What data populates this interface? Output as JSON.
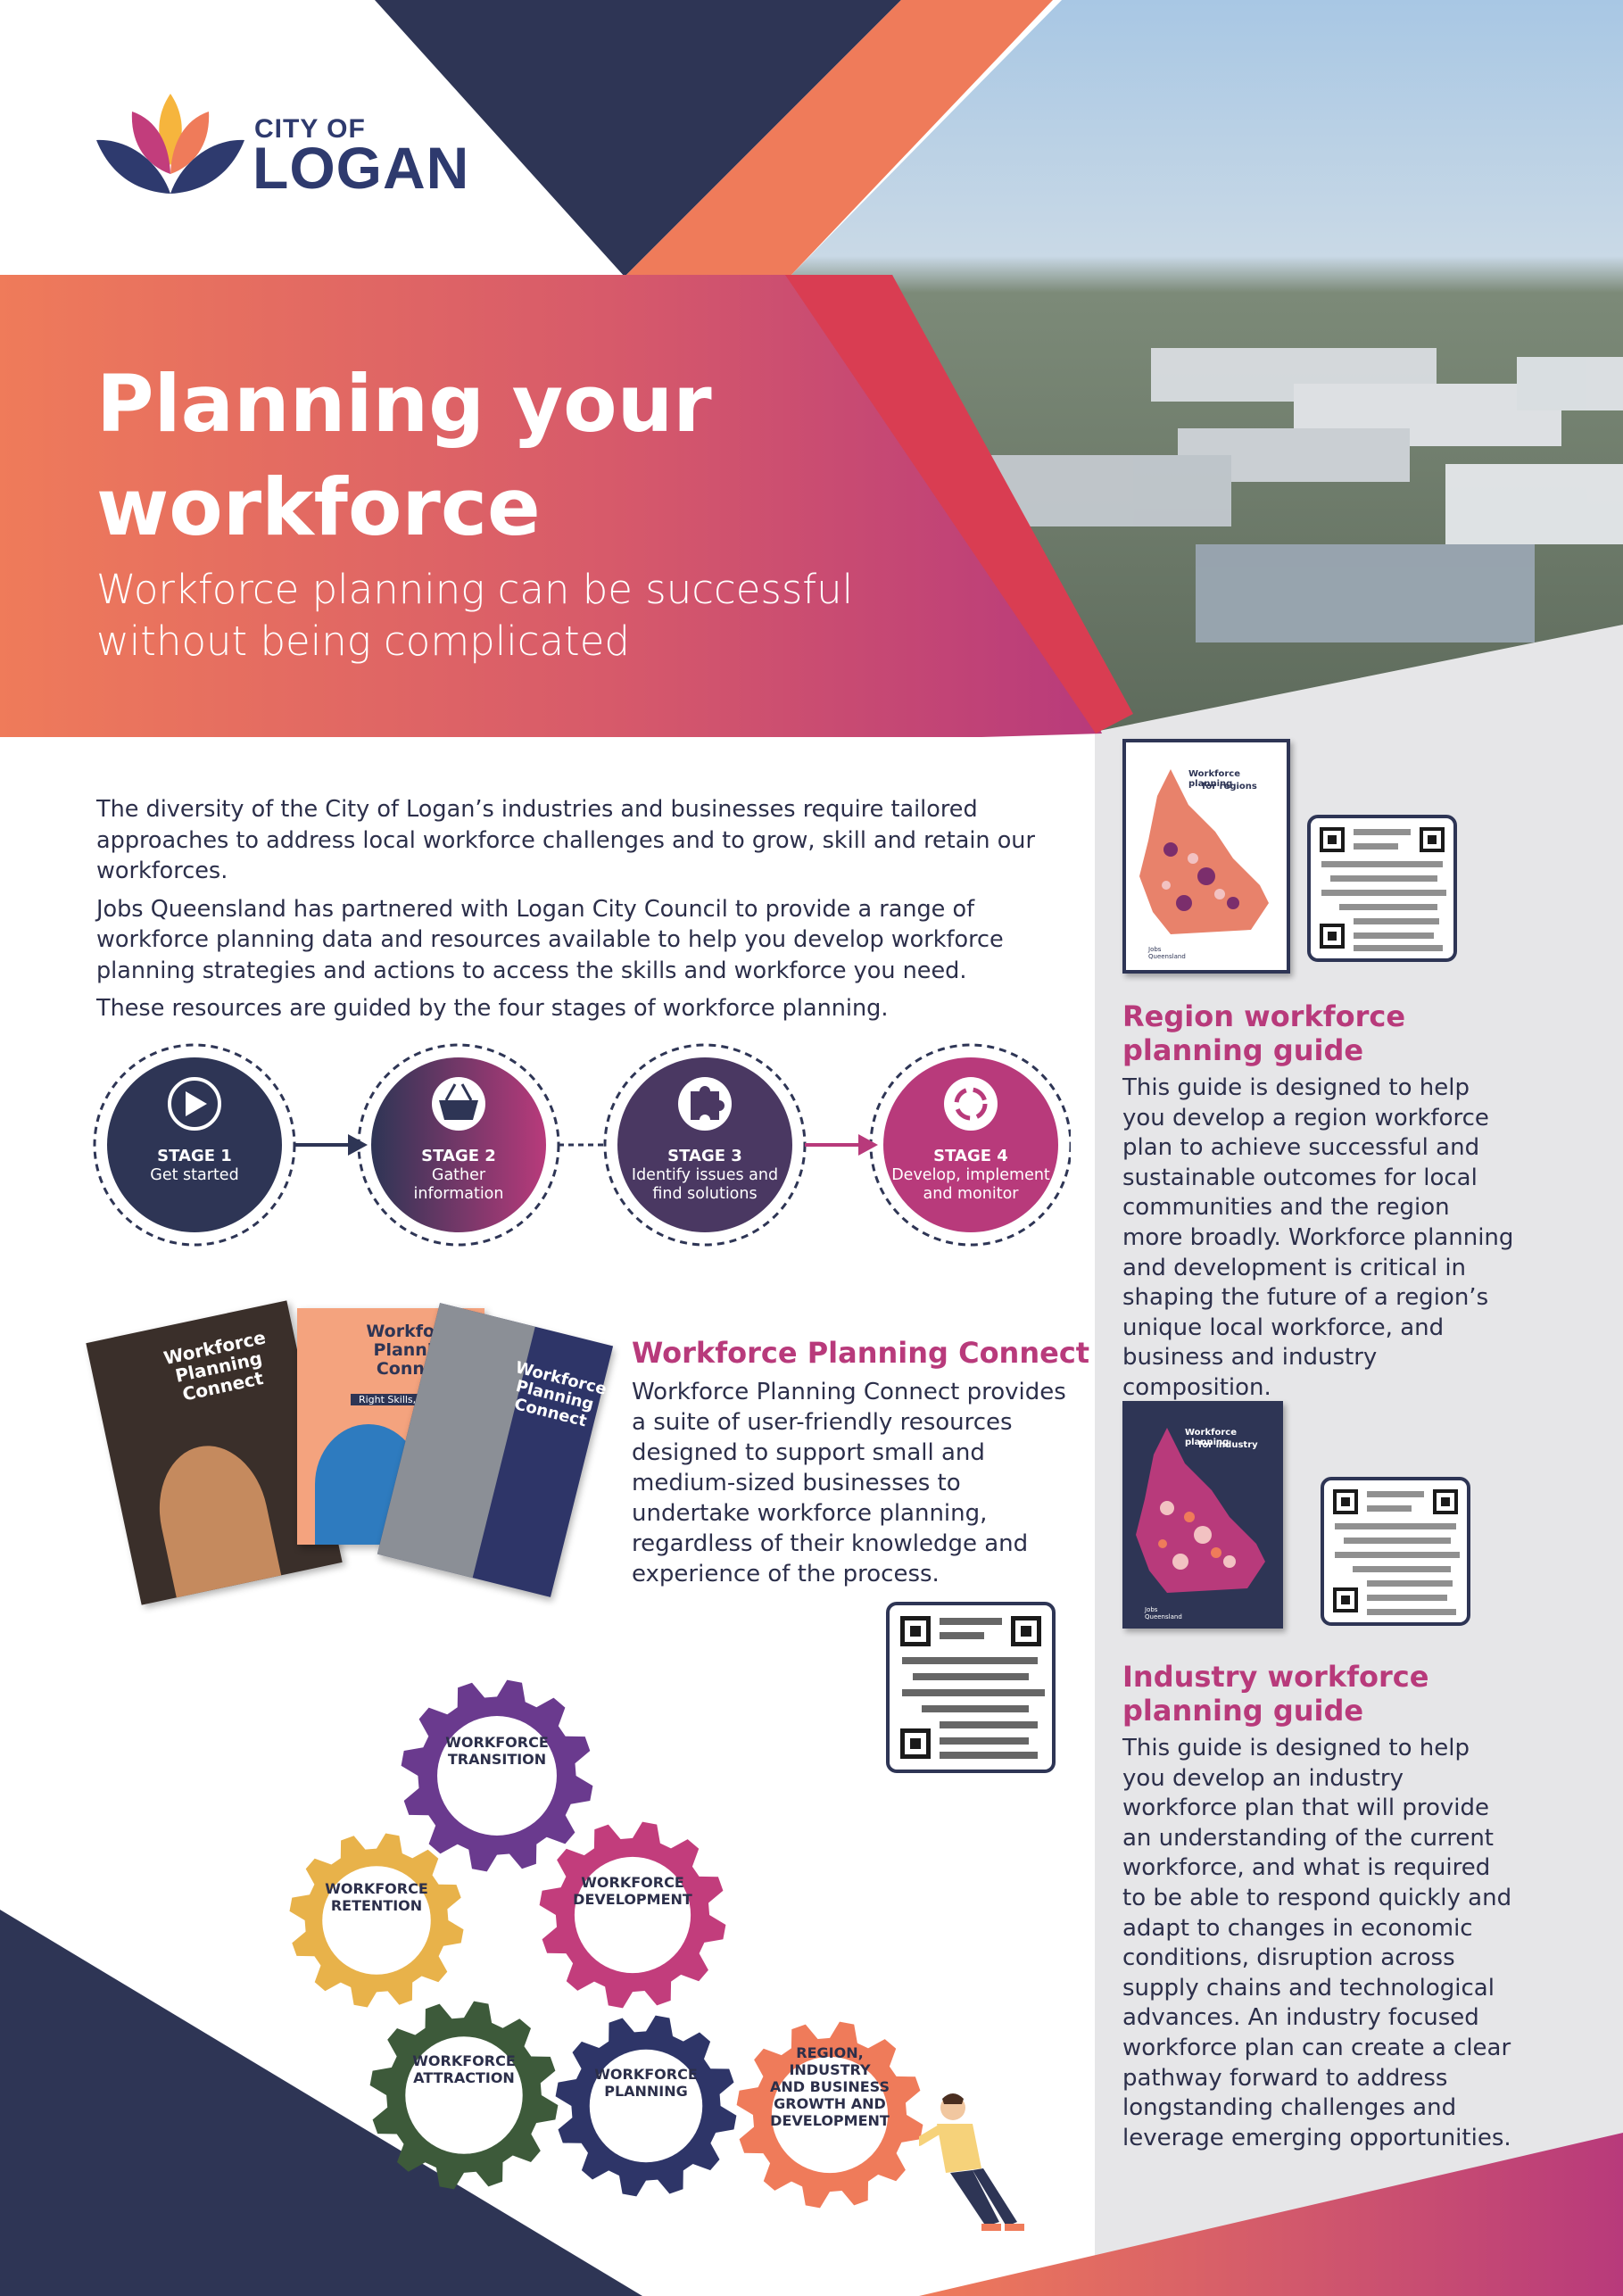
{
  "logo": {
    "city": "CITY OF",
    "name": "LOGAN"
  },
  "hero": {
    "title_line1": "Planning your",
    "title_line2": "workforce",
    "subtitle_line1": "Workforce planning can be successful",
    "subtitle_line2": "without being complicated"
  },
  "intro": {
    "p1": "The diversity of the City of Logan’s industries and businesses require tailored approaches to address local workforce challenges and to grow, skill and retain our workforces.",
    "p2": "Jobs Queensland has partnered with Logan City Council to provide a range of workforce planning data and resources available to help you develop workforce planning strategies and actions to access the skills and workforce you need.",
    "p3": "These resources are guided by the four stages of workforce planning."
  },
  "stages": [
    {
      "title": "STAGE 1",
      "desc_line1": "Get started",
      "desc_line2": "",
      "icon": "play-icon"
    },
    {
      "title": "STAGE 2",
      "desc_line1": "Gather",
      "desc_line2": "information",
      "icon": "basket-icon"
    },
    {
      "title": "STAGE 3",
      "desc_line1": "Identify issues and",
      "desc_line2": "find solutions",
      "icon": "puzzle-icon"
    },
    {
      "title": "STAGE 4",
      "desc_line1": "Develop, implement",
      "desc_line2": "and monitor",
      "icon": "cycle-icon"
    }
  ],
  "booklets": [
    {
      "title": "Workforce Planning Connect",
      "tag": "",
      "color": "#2c2f4a"
    },
    {
      "title": "Workforce Planning Connect",
      "tag": "Right Skills, Right Time",
      "color": "#f4a37e"
    },
    {
      "title": "Workforce Planning Connect",
      "tag": "",
      "color": "#2e3568"
    }
  ],
  "connect": {
    "title": "Workforce Planning Connect",
    "body": "Workforce Planning Connect provides a suite of user-friendly resources designed to support small and medium-sized businesses to undertake workforce planning, regardless of their knowledge and experience of the process."
  },
  "gears": [
    {
      "line1": "WORKFORCE",
      "line2": "TRANSITION",
      "line3": "",
      "line4": "",
      "color": "#6a3a8e"
    },
    {
      "line1": "WORKFORCE",
      "line2": "RETENTION",
      "line3": "",
      "line4": "",
      "color": "#e8b24a"
    },
    {
      "line1": "WORKFORCE",
      "line2": "DEVELOPMENT",
      "line3": "",
      "line4": "",
      "color": "#c23d7c"
    },
    {
      "line1": "WORKFORCE",
      "line2": "ATTRACTION",
      "line3": "",
      "line4": "",
      "color": "#3d5a3a"
    },
    {
      "line1": "WORKFORCE",
      "line2": "PLANNING",
      "line3": "",
      "line4": "",
      "color": "#2e3568"
    },
    {
      "line1": "REGION,",
      "line2": "INDUSTRY",
      "line3": "AND BUSINESS",
      "line4": "GROWTH AND DEVELOPMENT",
      "color": "#ef7b5a"
    }
  ],
  "region_guide": {
    "cover_title_line1": "Workforce planning",
    "cover_title_line2": "for regions",
    "cover_publisher": "Jobs Queensland",
    "title": "Region workforce planning guide",
    "body": "This guide is designed to help you develop a region workforce plan to achieve successful and sustainable outcomes for local communities and the region more broadly. Workforce planning and development is critical in shaping the future of a region’s unique local workforce, and business and industry composition."
  },
  "industry_guide": {
    "cover_title_line1": "Workforce planning",
    "cover_title_line2": "for industry",
    "cover_publisher": "Jobs Queensland",
    "title": "Industry workforce planning guide",
    "body": "This guide is designed to help you develop an industry workforce plan that will provide an understanding of the current workforce, and what is required to be able to respond quickly and adapt to changes in economic conditions, disruption across supply chains and technological advances. An industry focused workforce plan can create a clear pathway forward to address longstanding challenges and leverage emerging opportunities."
  },
  "colors": {
    "navy": "#2e3555",
    "coral": "#ef7b5a",
    "magenta": "#b83a7b",
    "grey_panel": "#e6e6e8"
  }
}
